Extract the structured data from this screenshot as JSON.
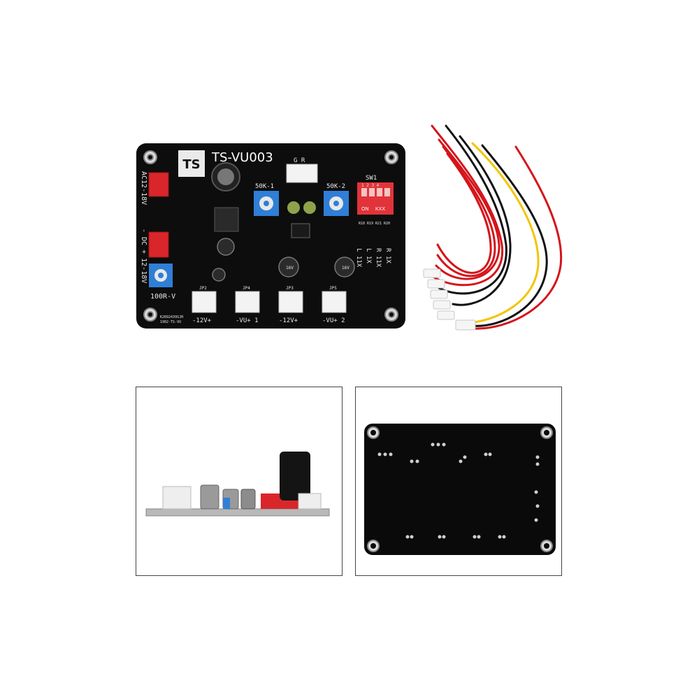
{
  "board": {
    "model": "TS-VU003",
    "logo": "TS",
    "header_gr": "G R",
    "pot_left": "50K-1",
    "pot_right": "50K-2",
    "dip_label": "SW1",
    "dip_numbers": "1 2 3 4",
    "dip_on": "ON",
    "dip_brand": "KXX",
    "ac_label": "AC12-18V",
    "dc_label": "- DC + 12-18V",
    "trim_label": "100R-V",
    "header_labels": [
      "-12V+",
      "-VU+ 1",
      "-12V+",
      "-VU+ 2"
    ],
    "jp_labels": [
      "JP2",
      "JP4",
      "JP3",
      "JP5"
    ],
    "right_labels": [
      "R 1X",
      "R 11X",
      "L 1X",
      "L 11X"
    ],
    "resistor_labels": [
      "R18",
      "R19",
      "R21",
      "R20"
    ],
    "date_code": "K2892439SJH",
    "date_code_2": "1902-TS-VU",
    "cap_text": "16V"
  },
  "colors": {
    "pcb": "#0d0d0d",
    "connector_red": "#d9262a",
    "trimmer_blue": "#2f7fd6",
    "wire_red": "#d4151b",
    "wire_black": "#111111",
    "wire_yellow": "#f2c500"
  }
}
